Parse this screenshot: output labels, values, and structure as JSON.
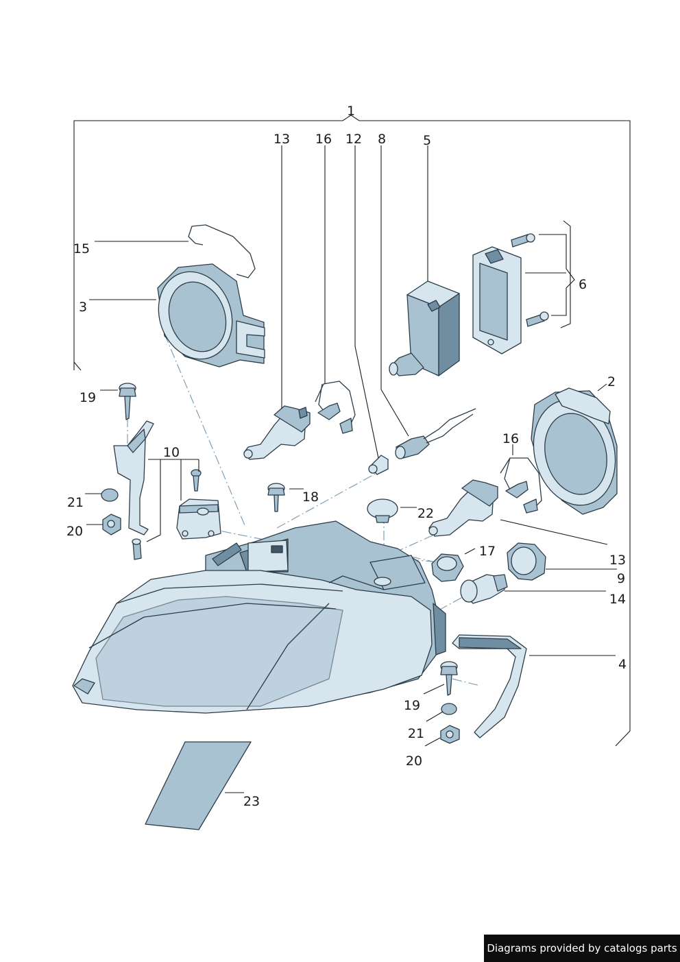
{
  "callouts": {
    "c1": "1",
    "c2": "2",
    "c3": "3",
    "c4": "4",
    "c5": "5",
    "c6": "6",
    "c8": "8",
    "c9": "9",
    "c10": "10",
    "c12": "12",
    "c13a": "13",
    "c13b": "13",
    "c14": "14",
    "c15": "15",
    "c16a": "16",
    "c16b": "16",
    "c17": "17",
    "c18": "18",
    "c19a": "19",
    "c19b": "19",
    "c20a": "20",
    "c20b": "20",
    "c21a": "21",
    "c21b": "21",
    "c22": "22",
    "c23": "23"
  },
  "footer": {
    "text": "Diagrams provided by catalogs parts"
  },
  "colors": {
    "part_fill": "#d6e5ee",
    "part_shade": "#a9c2d2",
    "outline": "#2b3b47",
    "footer_bg": "#0d0d0d"
  }
}
